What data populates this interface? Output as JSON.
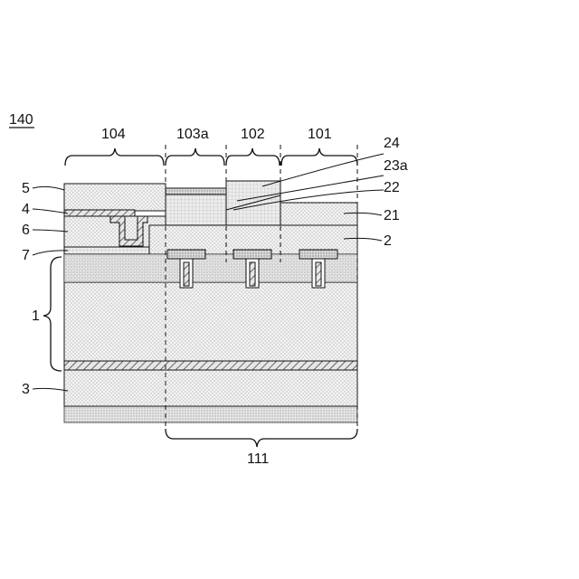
{
  "figure": {
    "label": "140",
    "regions": {
      "r104": "104",
      "r103a": "103a",
      "r102": "102",
      "r101": "101",
      "r111": "111"
    },
    "left_labels": {
      "l5": "5",
      "l4": "4",
      "l6": "6",
      "l7": "7",
      "l1": "1",
      "l3": "3"
    },
    "right_labels": {
      "l24": "24",
      "l23a": "23a",
      "l22": "22",
      "l21": "21",
      "l2": "2"
    }
  }
}
